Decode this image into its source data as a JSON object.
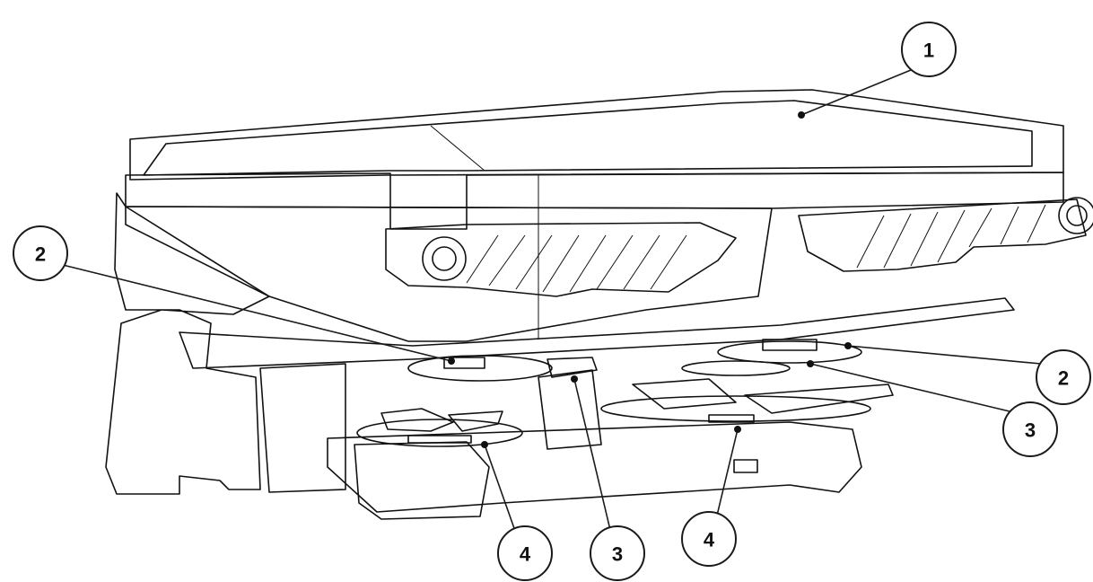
{
  "figure": {
    "colors": {
      "hopper": "#d2d2d2",
      "hopper_dark": "#b4b4b4",
      "frame": "#ececec",
      "spinner_disc": "#8a8a8a",
      "vane": "#6f6f6f",
      "outline": "#111111"
    },
    "callouts": [
      {
        "id": "c1",
        "label": "1"
      },
      {
        "id": "c2a",
        "label": "2"
      },
      {
        "id": "c2b",
        "label": "2"
      },
      {
        "id": "c3a",
        "label": "3"
      },
      {
        "id": "c3b",
        "label": "3"
      },
      {
        "id": "c4a",
        "label": "4"
      },
      {
        "id": "c4b",
        "label": "4"
      }
    ]
  }
}
